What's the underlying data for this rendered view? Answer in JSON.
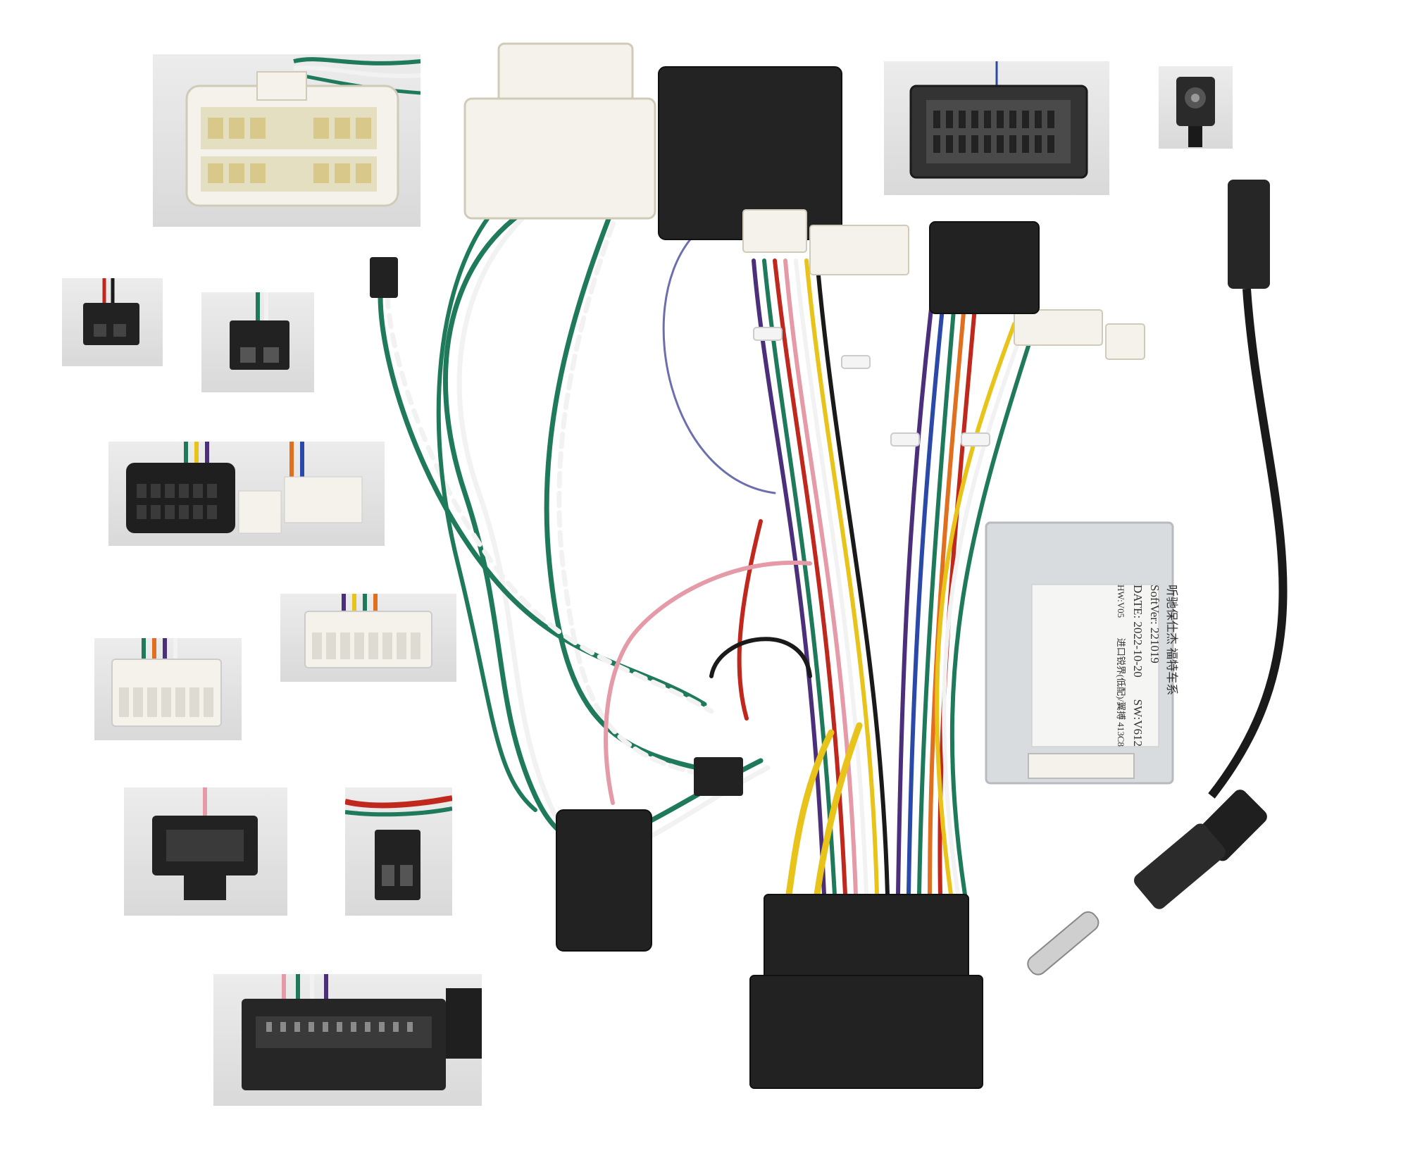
{
  "scene": {
    "background": "#ffffff",
    "subject": "car-stereo-wiring-harness-kit"
  },
  "module_label": {
    "line1": "听驰保仕杰 福特车系",
    "line2": "SoftVer: 221019",
    "line3_date": "DATE:  2022-10-20",
    "line3_sw": "SW:V612",
    "line4_hw": "HW:V05",
    "line4_note": "进口锐界(低配)/翼搏   413C8"
  },
  "colors": {
    "white_plastic": "#f4f2ea",
    "black_plastic": "#222222",
    "wire_green": "#1f7a5c",
    "wire_white": "#f2f2f2",
    "wire_purple": "#4b2f7a",
    "wire_red": "#c0281e",
    "wire_yellow": "#e8c31a",
    "wire_pink": "#e59aa8",
    "wire_orange": "#e0701f",
    "wire_blue": "#2a49a8",
    "wire_black": "#1a1a1a",
    "module_silver": "#d9dcdf"
  }
}
